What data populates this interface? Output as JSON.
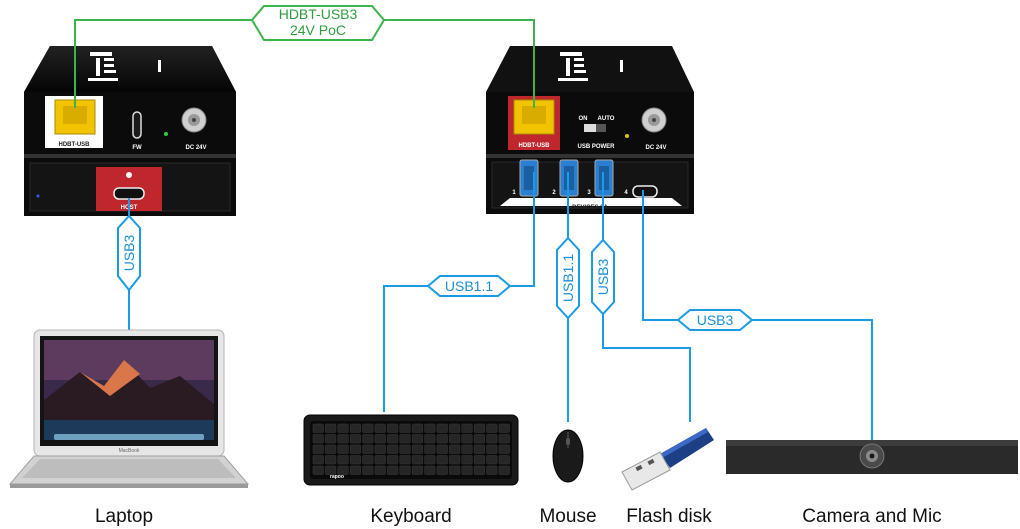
{
  "link_top": {
    "line1": "HDBT-USB3",
    "line2": "24V PoC"
  },
  "transmitter": {
    "hdbt_port": "HDBT-USB",
    "fw_port": "FW",
    "dc_port": "DC 24V",
    "host_port": "HOST"
  },
  "receiver": {
    "hdbt_port": "HDBT-USB",
    "switch_on": "ON",
    "switch_auto": "AUTO",
    "usb_power": "USB POWER",
    "dc_port": "DC 24V",
    "devices_label": "DEVICES 3A",
    "port_numbers": [
      "1",
      "2",
      "3",
      "4"
    ]
  },
  "cables": {
    "host": "USB3",
    "keyboard": "USB1.1",
    "mouse": "USB1.1",
    "flash": "USB3",
    "camera": "USB3"
  },
  "devices": {
    "laptop": "Laptop",
    "laptop_brand": "MacBook",
    "keyboard": "Keyboard",
    "keyboard_brand": "rapoo",
    "mouse": "Mouse",
    "flash": "Flash disk",
    "camera": "Camera and Mic"
  },
  "colors": {
    "green_link": "#3cb44b",
    "blue_cable": "#1a9be6",
    "box_black": "#0d0d0d",
    "port_red": "#c0272d",
    "rj45_yellow": "#f2c400",
    "usb_blue": "#2b7fd0"
  }
}
